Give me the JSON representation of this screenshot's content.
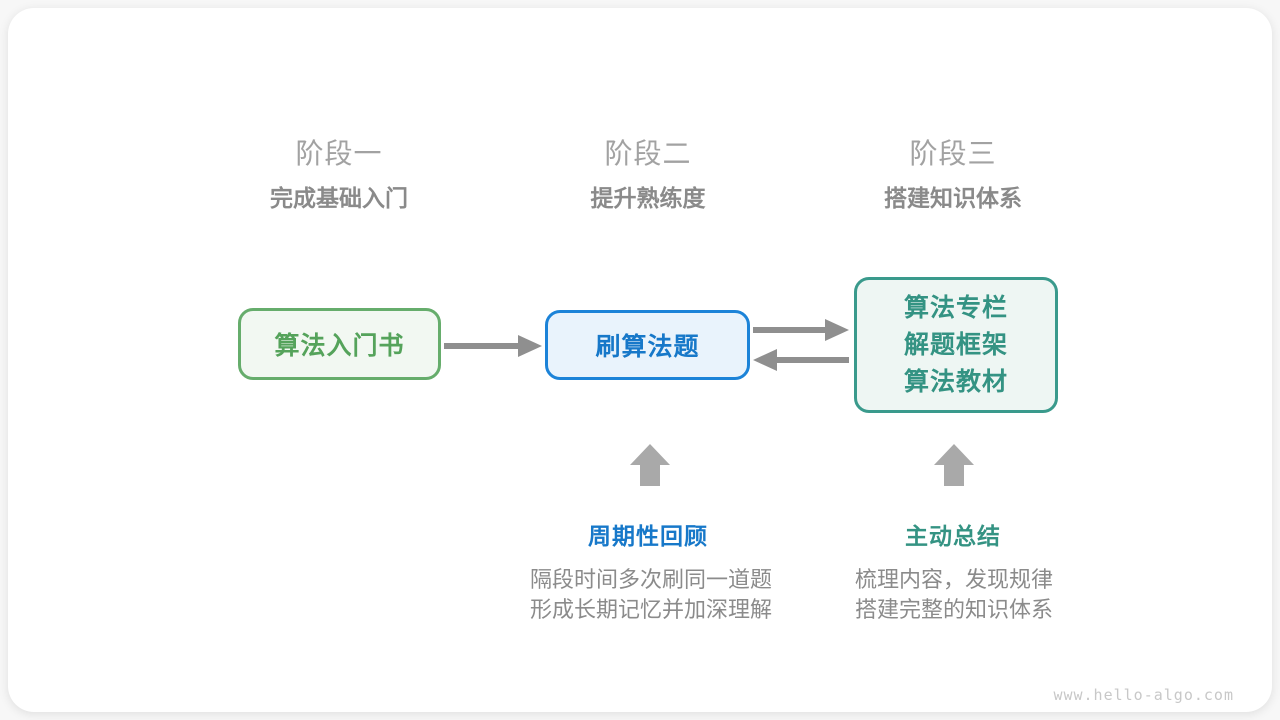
{
  "stages": [
    {
      "title": "阶段一",
      "subtitle": "完成基础入门"
    },
    {
      "title": "阶段二",
      "subtitle": "提升熟练度"
    },
    {
      "title": "阶段三",
      "subtitle": "搭建知识体系"
    }
  ],
  "boxes": {
    "intro": {
      "label": "算法入门书"
    },
    "practice": {
      "label": "刷算法题"
    },
    "system": {
      "lines": [
        "算法专栏",
        "解题框架",
        "算法教材"
      ]
    }
  },
  "annotations": {
    "review": {
      "title": "周期性回顾",
      "lines": [
        "隔段时间多次刷同一道题",
        "形成长期记忆并加深理解"
      ]
    },
    "summarize": {
      "title": "主动总结",
      "lines": [
        "梳理内容，发现规律",
        "搭建完整的知识体系"
      ]
    }
  },
  "watermark": "www.hello-algo.com",
  "colors": {
    "green_border": "#66ad6c",
    "green_text": "#55a35b",
    "green_bg": "#f2f8f2",
    "blue_border": "#1c83d8",
    "blue_text": "#1778c9",
    "blue_bg": "#e9f3fc",
    "teal_border": "#3a9a8c",
    "teal_text": "#349383",
    "teal_bg": "#eef6f3",
    "arrow_gray": "#8f8f8f",
    "block_arrow_gray": "#a9a9a9",
    "stage_title_gray": "#a2a2a2",
    "stage_subtitle_gray": "#8a8a8a",
    "desc_gray": "#8b8b8b",
    "watermark_gray": "#c8c8c8"
  }
}
